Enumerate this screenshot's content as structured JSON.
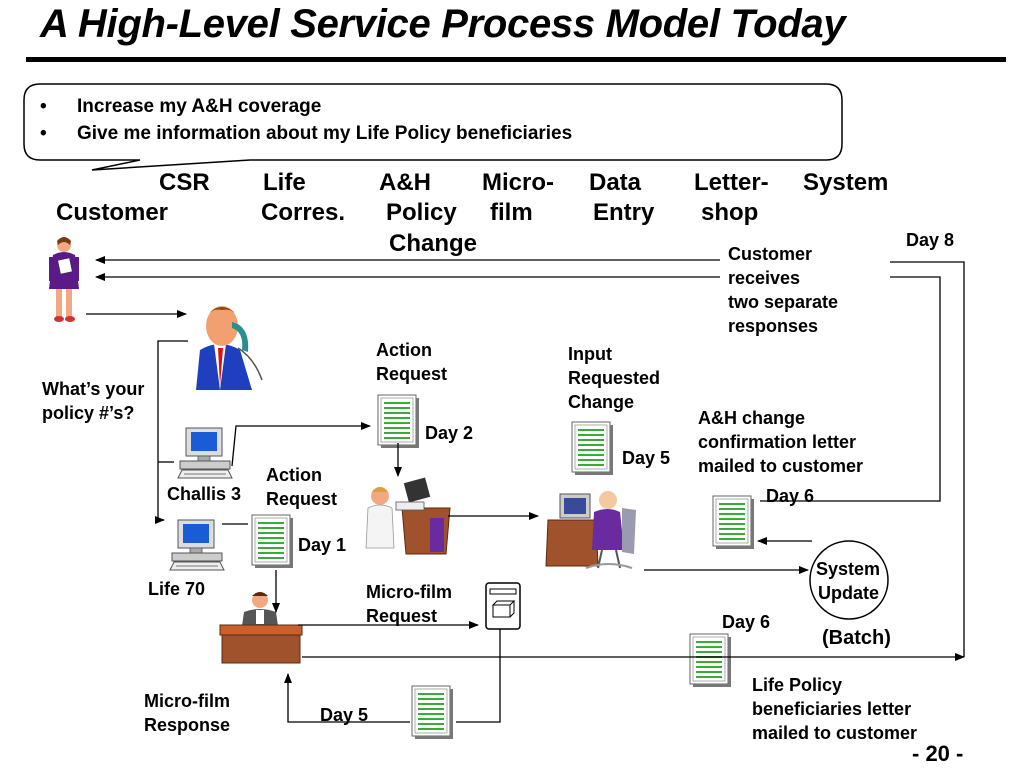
{
  "title": "A High-Level Service Process Model Today",
  "bullets": [
    "Increase my A&H coverage",
    "Give me information about my Life Policy beneficiaries"
  ],
  "bullet_glyph": "•",
  "columns": {
    "csr": "CSR",
    "customer": "Customer",
    "life_1": "Life",
    "life_2": "Corres.",
    "ah_1": "A&H",
    "ah_2": "Policy",
    "ah_3": "Change",
    "micro_1": "Micro-",
    "micro_2": "film",
    "data_1": "Data",
    "data_2": "Entry",
    "letter_1": "Letter-",
    "letter_2": "shop",
    "system": "System"
  },
  "labels": {
    "day8": "Day 8",
    "customer_receives": [
      "Customer",
      "receives",
      "two  separate",
      "responses"
    ],
    "action_request_top": [
      "Action",
      "Request"
    ],
    "input_requested": [
      "Input",
      "Requested",
      "Change"
    ],
    "whats_policy": [
      "What’s your",
      "policy  #’s?"
    ],
    "day2": "Day 2",
    "day5_right": "Day 5",
    "ah_confirmation": [
      "A&H change",
      "confirmation letter",
      "mailed to customer"
    ],
    "challis": "Challis 3",
    "action_request_mid": [
      "Action",
      "Request"
    ],
    "day6_top": "Day 6",
    "day1": "Day 1",
    "system_update": [
      "System",
      "Update"
    ],
    "life70": "Life 70",
    "microfilm_request": [
      "Micro-film",
      "Request"
    ],
    "day6_bottom": "Day 6",
    "batch": "(Batch)",
    "life_policy_letter": [
      "Life Policy",
      "beneficiaries letter",
      "mailed to customer"
    ],
    "microfilm_response": [
      "Micro-film",
      "Response"
    ],
    "day5_bottom": "Day 5",
    "page_number": "- 20 -"
  },
  "colors": {
    "line": "#000000",
    "document_green": "#9be09b",
    "desk_brown": "#a0522d",
    "customer_purple": "#5a1a8a",
    "csr_suit_blue": "#1f3fbf"
  }
}
